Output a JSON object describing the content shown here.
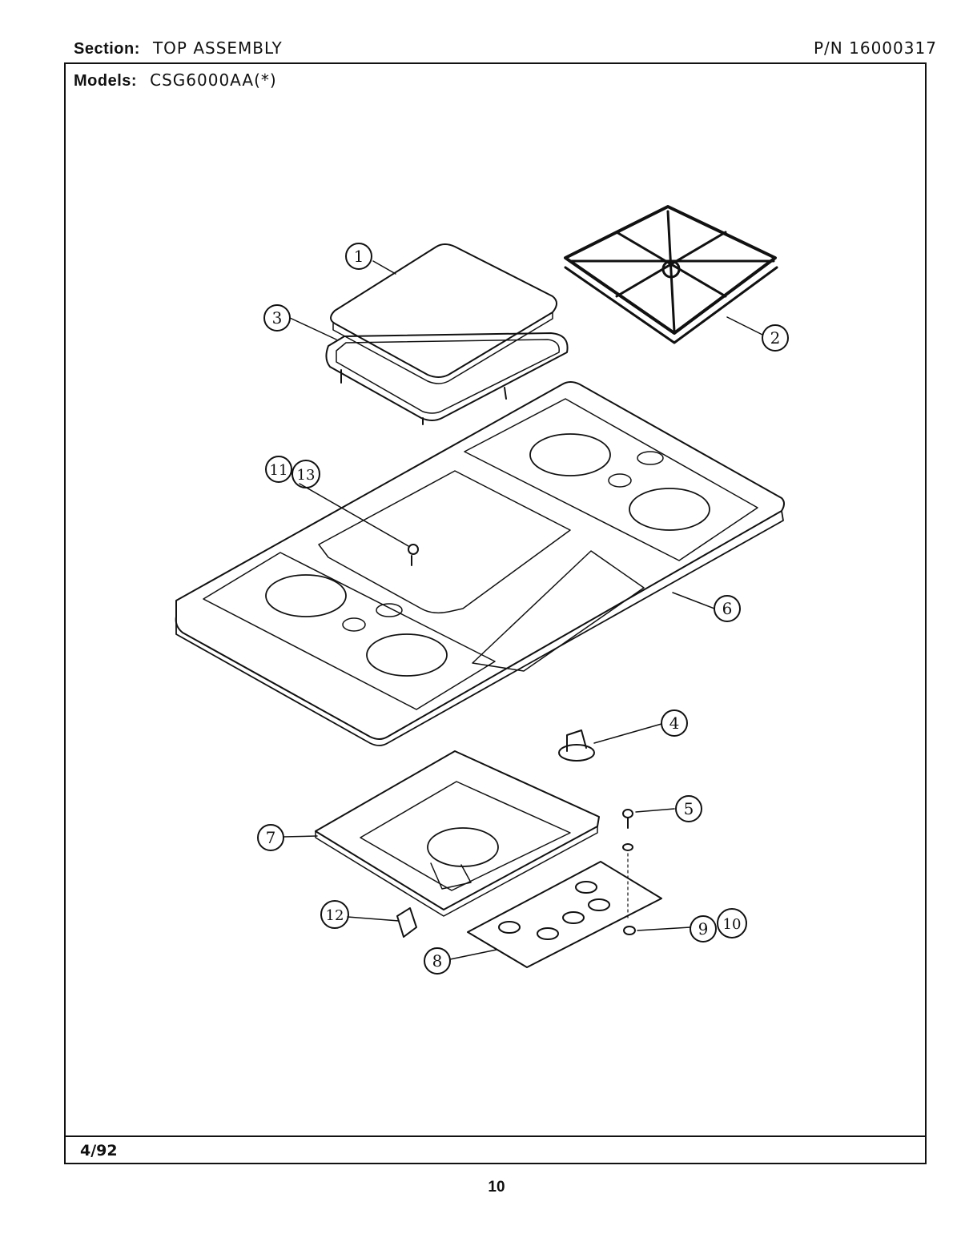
{
  "header": {
    "section_label": "Section:",
    "section_value": "TOP ASSEMBLY",
    "part_number": "P/N 16000317",
    "models_label": "Models:",
    "models_value": "CSG6000AA(*)"
  },
  "footer": {
    "date": "4/92",
    "page": "10"
  },
  "callouts": [
    "1",
    "2",
    "3",
    "4",
    "5",
    "6",
    "7",
    "8",
    "9",
    "10",
    "11",
    "12",
    "13"
  ]
}
